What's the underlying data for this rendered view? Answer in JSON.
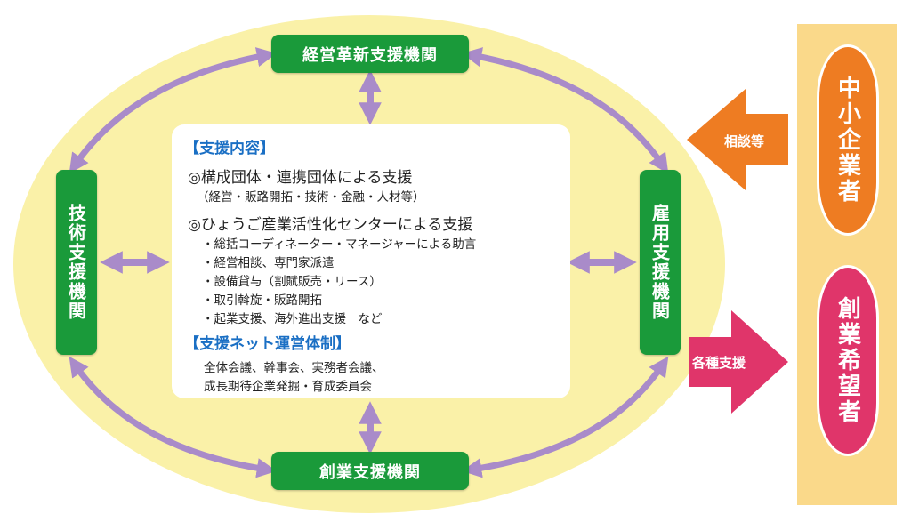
{
  "colors": {
    "ellipse_fill": "#faf1a8",
    "green_box": "#1a9a3a",
    "connector_purple": "#a98bc9",
    "heading_blue": "#1a6fc4",
    "side_panel": "#fad98a",
    "orange": "#ee7c22",
    "pink": "#e0356a"
  },
  "boxes": {
    "top": "経営革新支援機関",
    "left": "技術支援機関",
    "right": "雇用支援機関",
    "bottom": "創業支援機関"
  },
  "content": {
    "heading1": "【支援内容】",
    "item1": "◎構成団体・連携団体による支援",
    "item1_sub": "（経営・販路開拓・技術・金融・人材等）",
    "item2": "◎ひょうご産業活性化センターによる支援",
    "item2_subs": [
      "・総括コーディネーター・マネージャーによる助言",
      "・経営相談、専門家派遣",
      "・設備貸与（割賦販売・リース）",
      "・取引斡旋・販路開拓",
      "・起業支援、海外進出支援　など"
    ],
    "heading2": "【支援ネット運営体制】",
    "net_lines": [
      "全体会議、幹事会、実務者会議、",
      "成長期待企業発掘・育成委員会"
    ]
  },
  "targets": {
    "sme": "中小企業者",
    "startup": "創業希望者"
  },
  "arrows": {
    "consult": "相談等",
    "support": "各種支援"
  }
}
